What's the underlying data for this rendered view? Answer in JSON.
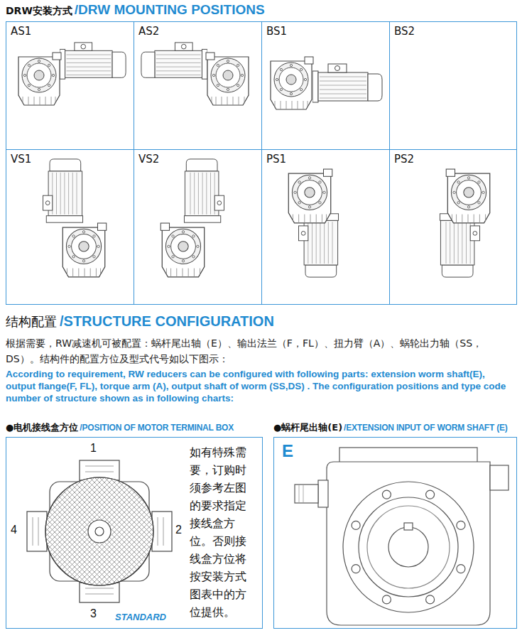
{
  "diagram": {
    "nodes": [
      {
        "text": [
          "AS1"
        ]
      },
      {
        "text": [
          "AS2"
        ]
      },
      {
        "text": [
          "BS1"
        ]
      },
      {
        "text": [
          "BS2"
        ]
      },
      {
        "text": [
          "VS1"
        ]
      },
      {
        "text": [
          "VS2"
        ]
      },
      {
        "text": [
          "PS1"
        ]
      },
      {
        "text": [
          "PS2"
        ]
      },
      {
        "text": [
          "●电机接线盒方位",
          "/POSITION OF MOTOR TERMINAL BOX",
          "如有特殊需要，订购时须参考左图的要求指定接线盒方位。否则接线盒方位将按安装方式图表中的方位提供。"
        ]
      },
      {
        "text": [
          "●蜗杆尾出轴(E)",
          "/EXTENSION INPUT OF WORM SHAFT (E)",
          "E"
        ]
      }
    ],
    "labels": [
      "DRW安装方式",
      "/DRW MOUNTING POSITIONS",
      "结构配置",
      "/STRUCTURE CONFIGURATION",
      "根据需要，RW减速机可被配置：蜗杆尾出轴（E）、输出法兰（F，FL）、扭力臂（A）、蜗轮出力轴（SS，DS）。结构件的配置方位及型式代号如以下图示：",
      "According to requirement, RW reducers can be configured with following parts: extension worm shaft(E), output flange(F, FL), torque arm (A), output shaft of worm (SS,DS) . The configuration positions and type code number of structure shown as in following charts:",
      "1",
      "2",
      "3",
      "4",
      "STANDARD"
    ]
  }
}
